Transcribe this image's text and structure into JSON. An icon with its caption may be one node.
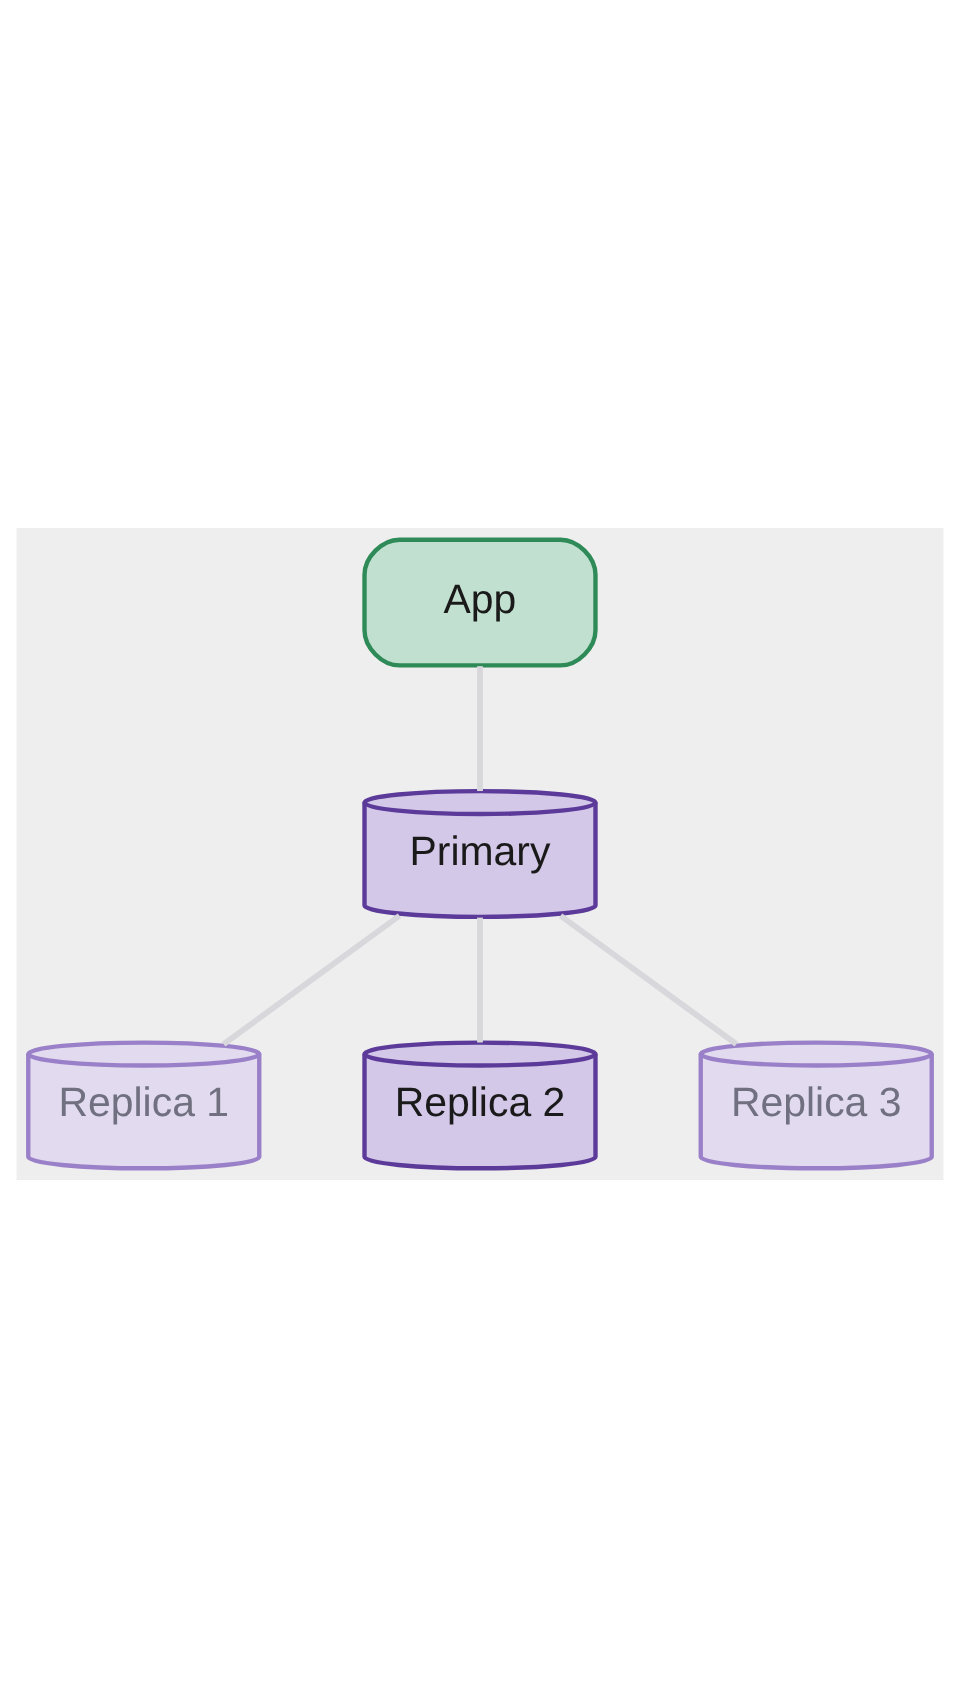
{
  "diagram": {
    "nodes": [
      {
        "text": [
          "App"
        ]
      },
      {
        "text": [
          "Primary"
        ]
      },
      {
        "text": [
          "Replica 1"
        ]
      },
      {
        "text": [
          "Replica 2"
        ]
      },
      {
        "text": [
          "Replica 3"
        ]
      }
    ],
    "edges": [
      {
        "from": 0,
        "to": 1,
        "arrow": "none"
      },
      {
        "from": 1,
        "to": 2,
        "arrow": "none"
      },
      {
        "from": 1,
        "to": 3,
        "arrow": "none"
      },
      {
        "from": 1,
        "to": 4,
        "arrow": "none"
      }
    ]
  }
}
